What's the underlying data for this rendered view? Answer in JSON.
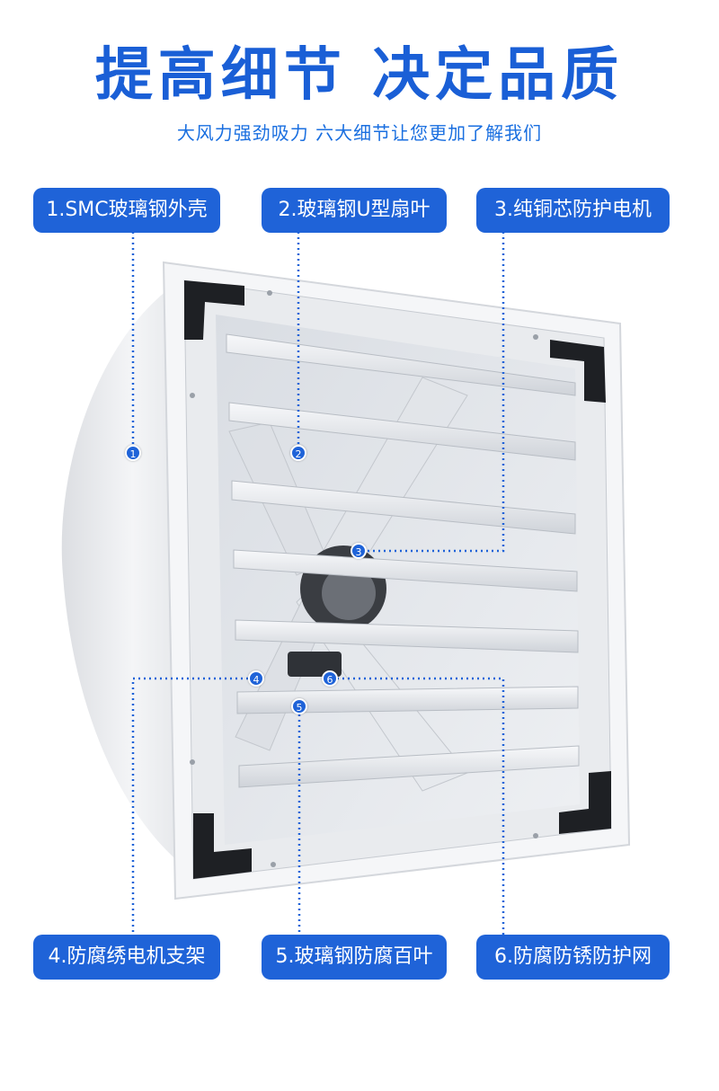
{
  "header": {
    "title": "提高细节 决定品质",
    "subtitle": "大风力强劲吸力 六大细节让您更加了解我们"
  },
  "features": [
    {
      "label": "1.SMC玻璃钢外壳",
      "marker": "1"
    },
    {
      "label": "2.玻璃钢U型扇叶",
      "marker": "2"
    },
    {
      "label": "3.纯铜芯防护电机",
      "marker": "3"
    },
    {
      "label": "4.防腐绣电机支架",
      "marker": "4"
    },
    {
      "label": "5.玻璃钢防腐百叶",
      "marker": "5"
    },
    {
      "label": "6.防腐防锈防护网",
      "marker": "6"
    }
  ],
  "colors": {
    "accent": "#1f63d8",
    "title": "#1a5fd6"
  }
}
